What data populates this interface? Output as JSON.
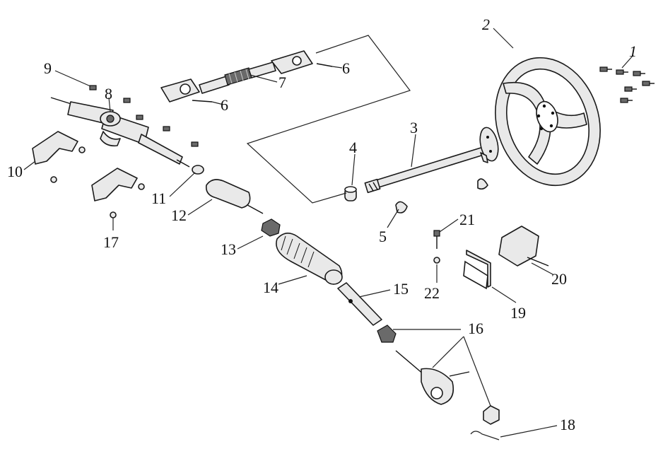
{
  "callouts": [
    {
      "id": "c1",
      "text": "1"
    },
    {
      "id": "c2",
      "text": "2"
    },
    {
      "id": "c3",
      "text": "3"
    },
    {
      "id": "c4",
      "text": "4"
    },
    {
      "id": "c5",
      "text": "5"
    },
    {
      "id": "c6a",
      "text": "6"
    },
    {
      "id": "c6b",
      "text": "6"
    },
    {
      "id": "c7",
      "text": "7"
    },
    {
      "id": "c8",
      "text": "8"
    },
    {
      "id": "c9",
      "text": "9"
    },
    {
      "id": "c10",
      "text": "10"
    },
    {
      "id": "c11",
      "text": "11"
    },
    {
      "id": "c12",
      "text": "12"
    },
    {
      "id": "c13",
      "text": "13"
    },
    {
      "id": "c14",
      "text": "14"
    },
    {
      "id": "c15",
      "text": "15"
    },
    {
      "id": "c16",
      "text": "16"
    },
    {
      "id": "c17",
      "text": "17"
    },
    {
      "id": "c18",
      "text": "18"
    },
    {
      "id": "c19",
      "text": "19"
    },
    {
      "id": "c20",
      "text": "20"
    },
    {
      "id": "c21",
      "text": "21"
    },
    {
      "id": "c22",
      "text": "22"
    }
  ]
}
